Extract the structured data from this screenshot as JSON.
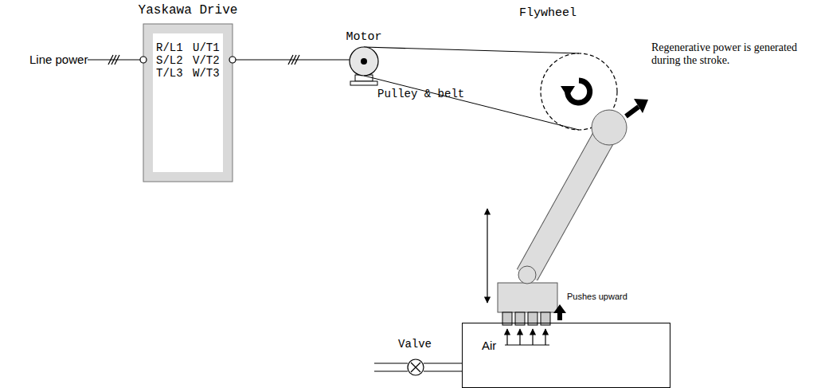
{
  "diagram": {
    "nodes": [
      {
        "text": [
          "Yaskawa Drive",
          "R/L1",
          "S/L2",
          "T/L3",
          "U/T1",
          "V/T2",
          "W/T3"
        ]
      },
      {
        "text": [
          "Motor"
        ]
      },
      {
        "text": [
          "Flywheel"
        ]
      },
      {
        "text": [
          "Air"
        ]
      }
    ],
    "edges": [
      {
        "from": 0,
        "to": 1,
        "arrow": "none"
      },
      {
        "from": 1,
        "to": 2,
        "arrow": "none"
      }
    ],
    "labels": [
      "Line power",
      "Pulley & belt",
      "Regenerative power is generated during the stroke.",
      "Pushes upward",
      "Valve"
    ]
  }
}
